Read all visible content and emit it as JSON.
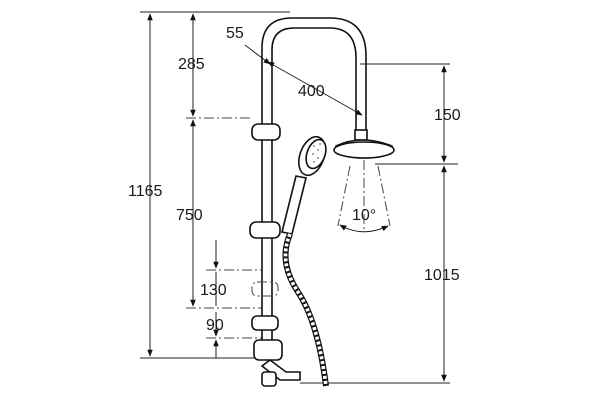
{
  "drawing": {
    "dimensions": {
      "overall_height": "1165",
      "top_offset": "285",
      "rail_length": "750",
      "adjust_range": "130",
      "bottom_offset": "90",
      "pipe_diameter": "55",
      "arm_reach": "400",
      "head_drop": "150",
      "head_height": "1015",
      "spray_angle": "10°"
    }
  }
}
